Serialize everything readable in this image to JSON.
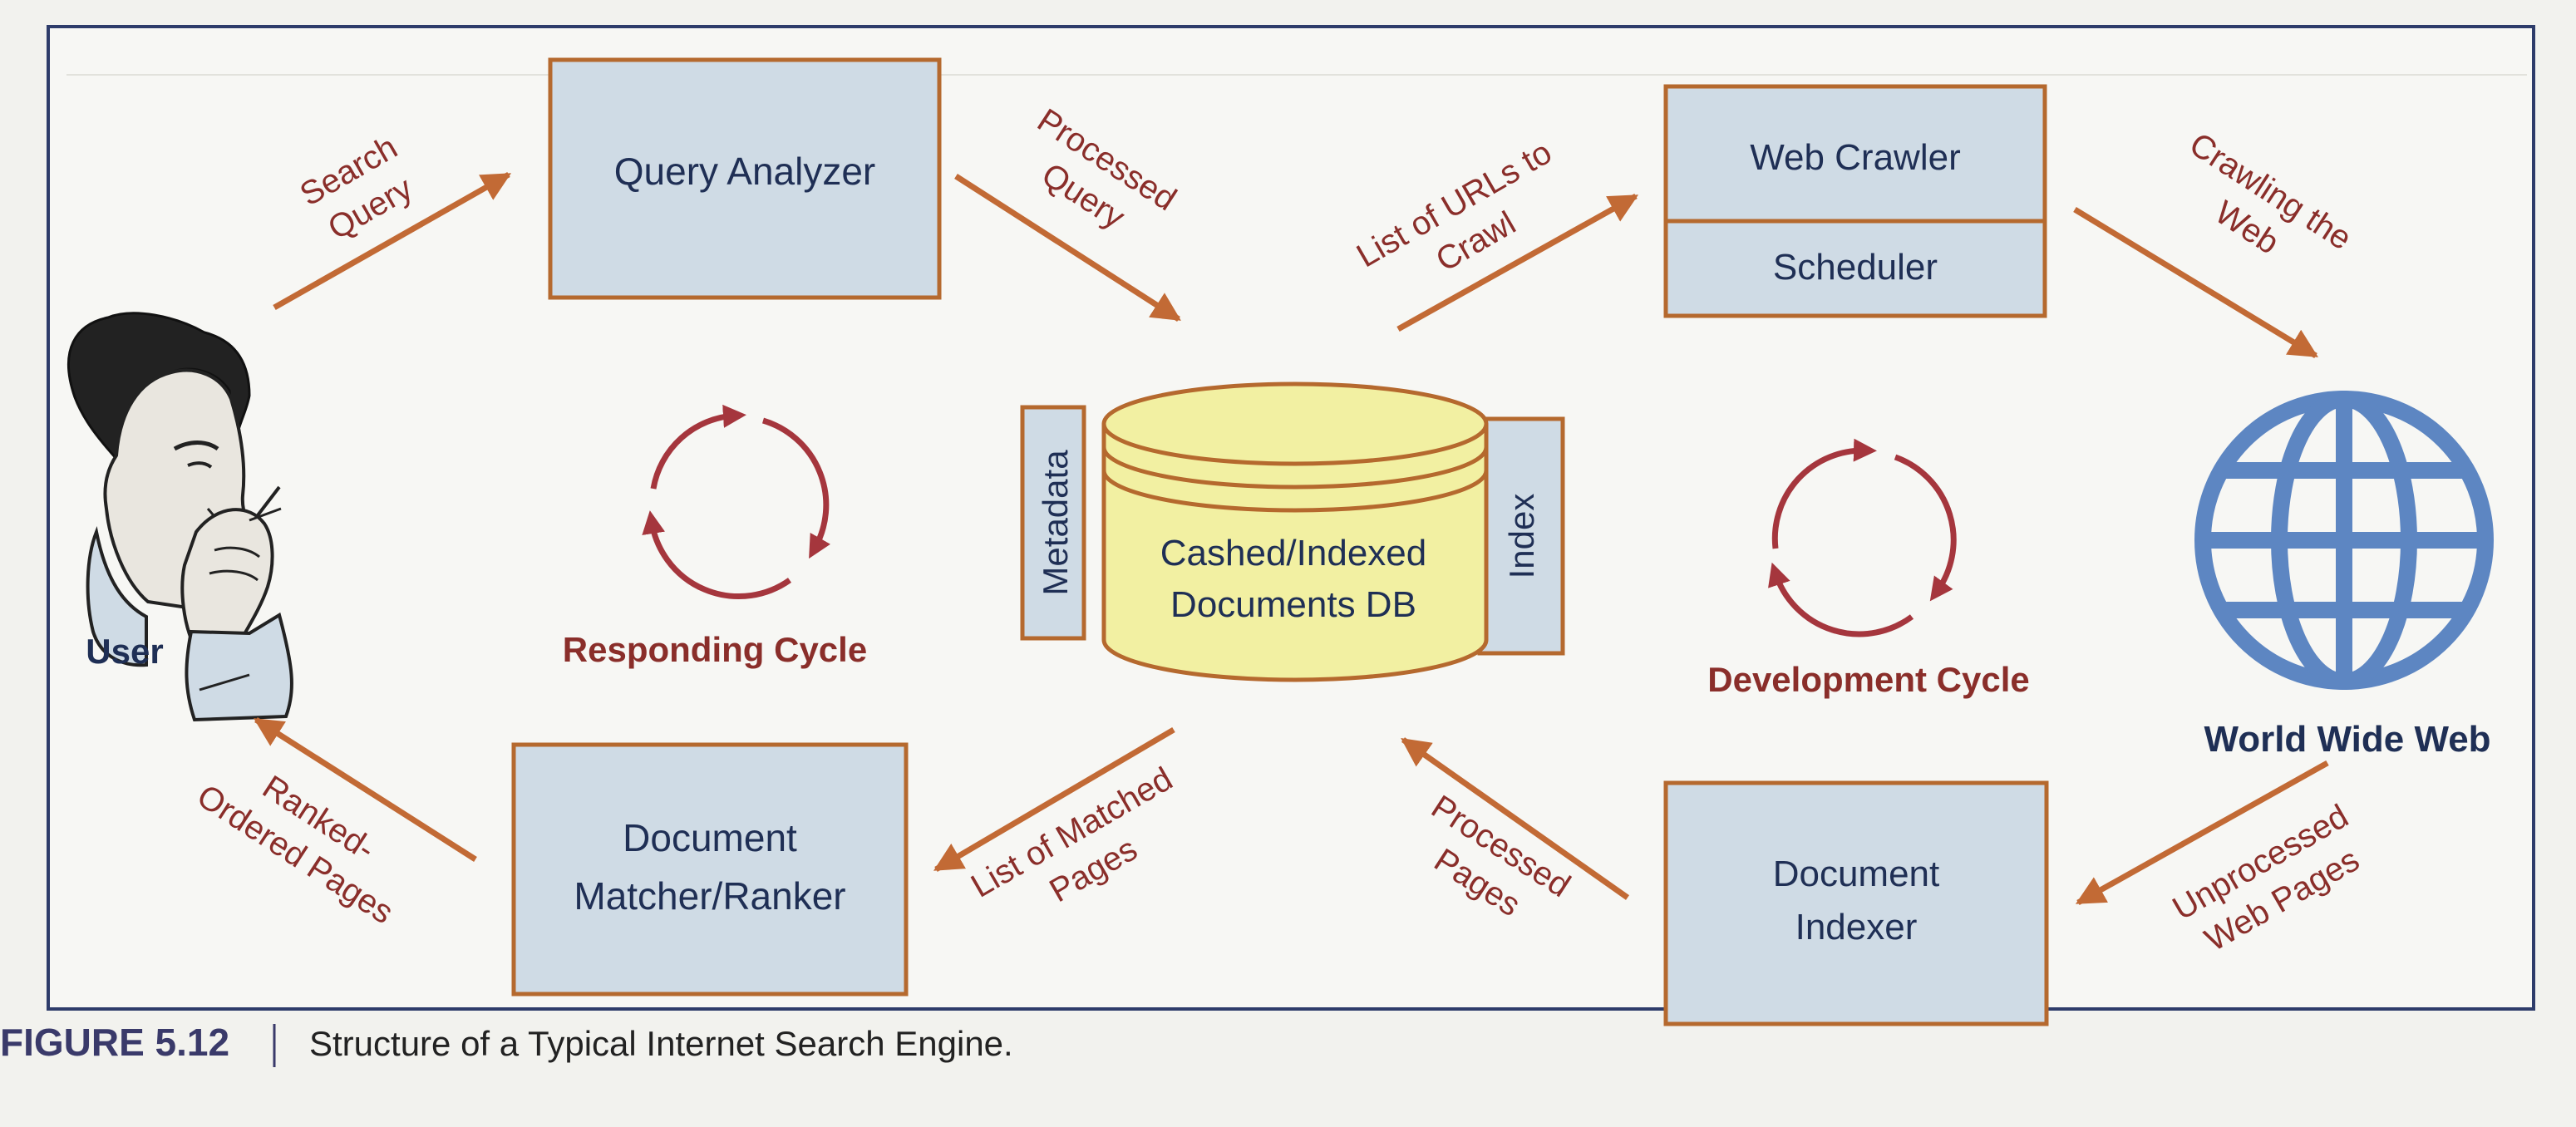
{
  "colors": {
    "page_bg": "#f2f2ee",
    "frame": "#2e3c6a",
    "box_fill": "#cfdbe5",
    "box_border": "#b5692e",
    "arrow": "#c26a35",
    "arrow_label": "#8a2e2a",
    "cycle": "#a5363d",
    "db_fill": "#f2f0a2",
    "db_border": "#b5692e",
    "box_text": "#1f2f55",
    "globe": "#5d86c2",
    "caption_num": "#3a3a6a"
  },
  "boxes": {
    "query_analyzer": "Query Analyzer",
    "web_crawler": "Web Crawler",
    "scheduler": "Scheduler",
    "document_indexer": [
      "Document",
      "Indexer"
    ],
    "document_matcher": [
      "Document",
      "Matcher/Ranker"
    ]
  },
  "database": {
    "label": [
      "Cashed/Indexed",
      "Documents DB"
    ],
    "metadata": "Metadata",
    "index": "Index"
  },
  "nodes": {
    "user": "User",
    "user_icon": "person-thinking-icon",
    "www": "World Wide Web",
    "www_icon": "globe-icon"
  },
  "cycles": {
    "responding": "Responding Cycle",
    "development": "Development Cycle"
  },
  "arrow_labels": {
    "search_query": [
      "Search",
      "Query"
    ],
    "processed_query": [
      "Processed",
      "Query"
    ],
    "list_urls": [
      "List of URLs to",
      "Crawl"
    ],
    "crawling_web": [
      "Crawling the",
      "Web"
    ],
    "unprocessed_pages": [
      "Unprocessed",
      "Web Pages"
    ],
    "processed_pages": [
      "Processed",
      "Pages"
    ],
    "matched_pages": [
      "List of Matched",
      "Pages"
    ],
    "ranked_pages": [
      "Ranked-",
      "Ordered Pages"
    ]
  },
  "caption": {
    "number": "FIGURE 5.12",
    "text": "Structure of a Typical Internet Search Engine."
  }
}
